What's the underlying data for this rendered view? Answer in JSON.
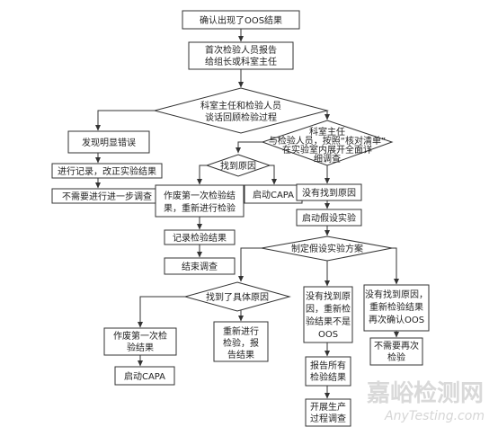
{
  "nodes": {
    "confirm_oos": "确认出现了OOS结果",
    "first_report": [
      "首次检验人员报告",
      "给组长或科室主任"
    ],
    "review": [
      "科室主任和检验人员",
      "谈话回顾检验过程"
    ],
    "lab_investigation": [
      "科室主任",
      "与检验人员，按照“核对清单”",
      "在实验室内展开全面详",
      "细调查"
    ],
    "obvious_error": "发现明显错误",
    "record_correct": "进行记录，改正实验结果",
    "no_further": "不需要进行进一步调查",
    "found_cause": "找到原因",
    "void_retest": [
      "作废第一次检验结",
      "果，重新进行检验"
    ],
    "start_capa_1": "启动CAPA",
    "not_found_cause": "没有找到原因",
    "record_results": "记录检验结果",
    "end_investigation": "结束调查",
    "start_hypothesis": "启动假设实验",
    "plan_hypothesis": "制定假设实验方案",
    "found_specific_cause": "找到了具体原因",
    "void_first": [
      "作废第一次检",
      "验结果"
    ],
    "start_capa_2": "启动CAPA",
    "retest_report": [
      "重新进行",
      "检验，报",
      "告结果"
    ],
    "not_found_not_oos": [
      "没有找到原",
      "因，重新检",
      "验结果不是",
      "OOS"
    ],
    "not_found_oos": [
      "没有找到原因，",
      "重新检验结果",
      "再次确认OOS"
    ],
    "report_all": [
      "报告所有",
      "检验结果"
    ],
    "no_retest": [
      "不需要再次",
      "检验"
    ],
    "production_investigation": [
      "开展生产",
      "过程调查"
    ]
  },
  "watermark": {
    "cn": "嘉峪检测网",
    "en": "AnyTesting.com"
  }
}
